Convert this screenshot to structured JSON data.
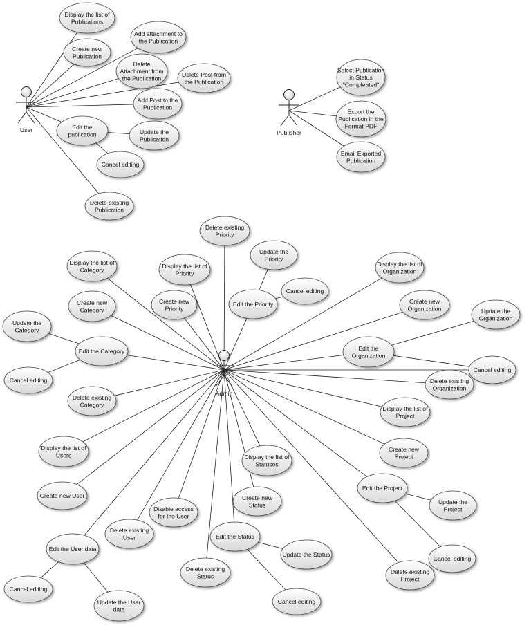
{
  "actors": [
    {
      "id": "user",
      "label": "User"
    },
    {
      "id": "publisher",
      "label": "Publisher"
    },
    {
      "id": "admin",
      "label": "Admin"
    }
  ],
  "use_cases": [
    {
      "id": "u1",
      "lines": [
        "Display the list of",
        "Publications"
      ]
    },
    {
      "id": "u2",
      "lines": [
        "Create new",
        "Publication"
      ]
    },
    {
      "id": "u3",
      "lines": [
        "Add attachment to",
        "the Publication"
      ]
    },
    {
      "id": "u4",
      "lines": [
        "Delete",
        "Attachment from",
        "the Publication"
      ]
    },
    {
      "id": "u5",
      "lines": [
        "Delete Post  from",
        "the Publication"
      ]
    },
    {
      "id": "u6",
      "lines": [
        "Add Post to the",
        "Publication"
      ]
    },
    {
      "id": "u7",
      "lines": [
        "Edit the",
        "publication"
      ]
    },
    {
      "id": "u8",
      "lines": [
        "Update the",
        "Publication"
      ]
    },
    {
      "id": "u9",
      "lines": [
        "Cancel editing"
      ]
    },
    {
      "id": "u10",
      "lines": [
        "Delete existing",
        "Publication"
      ]
    },
    {
      "id": "p1",
      "lines": [
        "Select Publication",
        "in Status",
        "\"Compleated\""
      ]
    },
    {
      "id": "p2",
      "lines": [
        "Export the",
        "Publication in the",
        "Format PDF"
      ]
    },
    {
      "id": "p3",
      "lines": [
        "Email Exported",
        "Publication"
      ]
    },
    {
      "id": "a1",
      "lines": [
        "Delete existing",
        "Priority"
      ]
    },
    {
      "id": "a2",
      "lines": [
        "Update the",
        "Priority"
      ]
    },
    {
      "id": "a3",
      "lines": [
        "Display the list of",
        "Priority"
      ]
    },
    {
      "id": "a4",
      "lines": [
        "Display the list of",
        "Category"
      ]
    },
    {
      "id": "a5",
      "lines": [
        "Cancel editing"
      ]
    },
    {
      "id": "a6",
      "lines": [
        "Edit the Priority"
      ]
    },
    {
      "id": "a7",
      "lines": [
        "Create new",
        "Priority"
      ]
    },
    {
      "id": "a8",
      "lines": [
        "Create new",
        "Category"
      ]
    },
    {
      "id": "a9",
      "lines": [
        "Display the list of",
        "Organization"
      ]
    },
    {
      "id": "a10",
      "lines": [
        "Create new",
        "Organization"
      ]
    },
    {
      "id": "a11",
      "lines": [
        "Update the",
        "Organization"
      ]
    },
    {
      "id": "a12",
      "lines": [
        "Update the",
        "Category"
      ]
    },
    {
      "id": "a13",
      "lines": [
        "Edit the Category"
      ]
    },
    {
      "id": "a14",
      "lines": [
        "Edit the",
        "Organization"
      ]
    },
    {
      "id": "a15",
      "lines": [
        "Cancel editing"
      ]
    },
    {
      "id": "a16",
      "lines": [
        "Cancel editing"
      ]
    },
    {
      "id": "a17",
      "lines": [
        "Delete existing",
        "Organization"
      ]
    },
    {
      "id": "a18",
      "lines": [
        "Delete existing",
        "Category"
      ]
    },
    {
      "id": "a19",
      "lines": [
        "Display the list of",
        "Project"
      ]
    },
    {
      "id": "a20",
      "lines": [
        "Display the list of",
        "Users"
      ]
    },
    {
      "id": "a21",
      "lines": [
        "Create new",
        "Project"
      ]
    },
    {
      "id": "a22",
      "lines": [
        "Display the list of",
        "Statuses"
      ]
    },
    {
      "id": "a23",
      "lines": [
        "Create new User"
      ]
    },
    {
      "id": "a24",
      "lines": [
        "Edit the Project"
      ]
    },
    {
      "id": "a25",
      "lines": [
        "Disable access",
        "for the User"
      ]
    },
    {
      "id": "a26",
      "lines": [
        "Create new",
        "Status"
      ]
    },
    {
      "id": "a27",
      "lines": [
        "Update the",
        "Project"
      ]
    },
    {
      "id": "a28",
      "lines": [
        "Delete existing",
        "User"
      ]
    },
    {
      "id": "a29",
      "lines": [
        "Edit the Status"
      ]
    },
    {
      "id": "a30",
      "lines": [
        "Edit the User data"
      ]
    },
    {
      "id": "a31",
      "lines": [
        "Update the Status"
      ]
    },
    {
      "id": "a32",
      "lines": [
        "Cancel editing"
      ]
    },
    {
      "id": "a33",
      "lines": [
        "Delete existing",
        "Status"
      ]
    },
    {
      "id": "a34",
      "lines": [
        "Delete existing",
        "Project"
      ]
    },
    {
      "id": "a35",
      "lines": [
        "Cancel editing"
      ]
    },
    {
      "id": "a36",
      "lines": [
        "Update the User",
        "data"
      ]
    },
    {
      "id": "a37",
      "lines": [
        "Cancel editing"
      ]
    }
  ],
  "associations": [
    [
      "user",
      "u1"
    ],
    [
      "user",
      "u2"
    ],
    [
      "user",
      "u3"
    ],
    [
      "user",
      "u4"
    ],
    [
      "user",
      "u5"
    ],
    [
      "user",
      "u6"
    ],
    [
      "user",
      "u7"
    ],
    [
      "user",
      "u10"
    ],
    [
      "u7",
      "u8"
    ],
    [
      "u7",
      "u9"
    ],
    [
      "publisher",
      "p1"
    ],
    [
      "publisher",
      "p2"
    ],
    [
      "publisher",
      "p3"
    ],
    [
      "admin",
      "a1"
    ],
    [
      "admin",
      "a3"
    ],
    [
      "admin",
      "a4"
    ],
    [
      "admin",
      "a6"
    ],
    [
      "admin",
      "a7"
    ],
    [
      "admin",
      "a8"
    ],
    [
      "admin",
      "a9"
    ],
    [
      "admin",
      "a10"
    ],
    [
      "admin",
      "a13"
    ],
    [
      "admin",
      "a14"
    ],
    [
      "admin",
      "a17"
    ],
    [
      "admin",
      "a18"
    ],
    [
      "admin",
      "a19"
    ],
    [
      "admin",
      "a20"
    ],
    [
      "admin",
      "a21"
    ],
    [
      "admin",
      "a22"
    ],
    [
      "admin",
      "a23"
    ],
    [
      "admin",
      "a24"
    ],
    [
      "admin",
      "a25"
    ],
    [
      "admin",
      "a26"
    ],
    [
      "admin",
      "a28"
    ],
    [
      "admin",
      "a29"
    ],
    [
      "admin",
      "a30"
    ],
    [
      "admin",
      "a33"
    ],
    [
      "admin",
      "a34"
    ],
    [
      "admin",
      "a16"
    ],
    [
      "a6",
      "a2"
    ],
    [
      "a6",
      "a5"
    ],
    [
      "a13",
      "a12"
    ],
    [
      "a13",
      "a15"
    ],
    [
      "a14",
      "a11"
    ],
    [
      "a14",
      "a16"
    ],
    [
      "a24",
      "a27"
    ],
    [
      "a24",
      "a35"
    ],
    [
      "a29",
      "a31"
    ],
    [
      "a29",
      "a32"
    ],
    [
      "a30",
      "a36"
    ],
    [
      "a30",
      "a37"
    ]
  ]
}
